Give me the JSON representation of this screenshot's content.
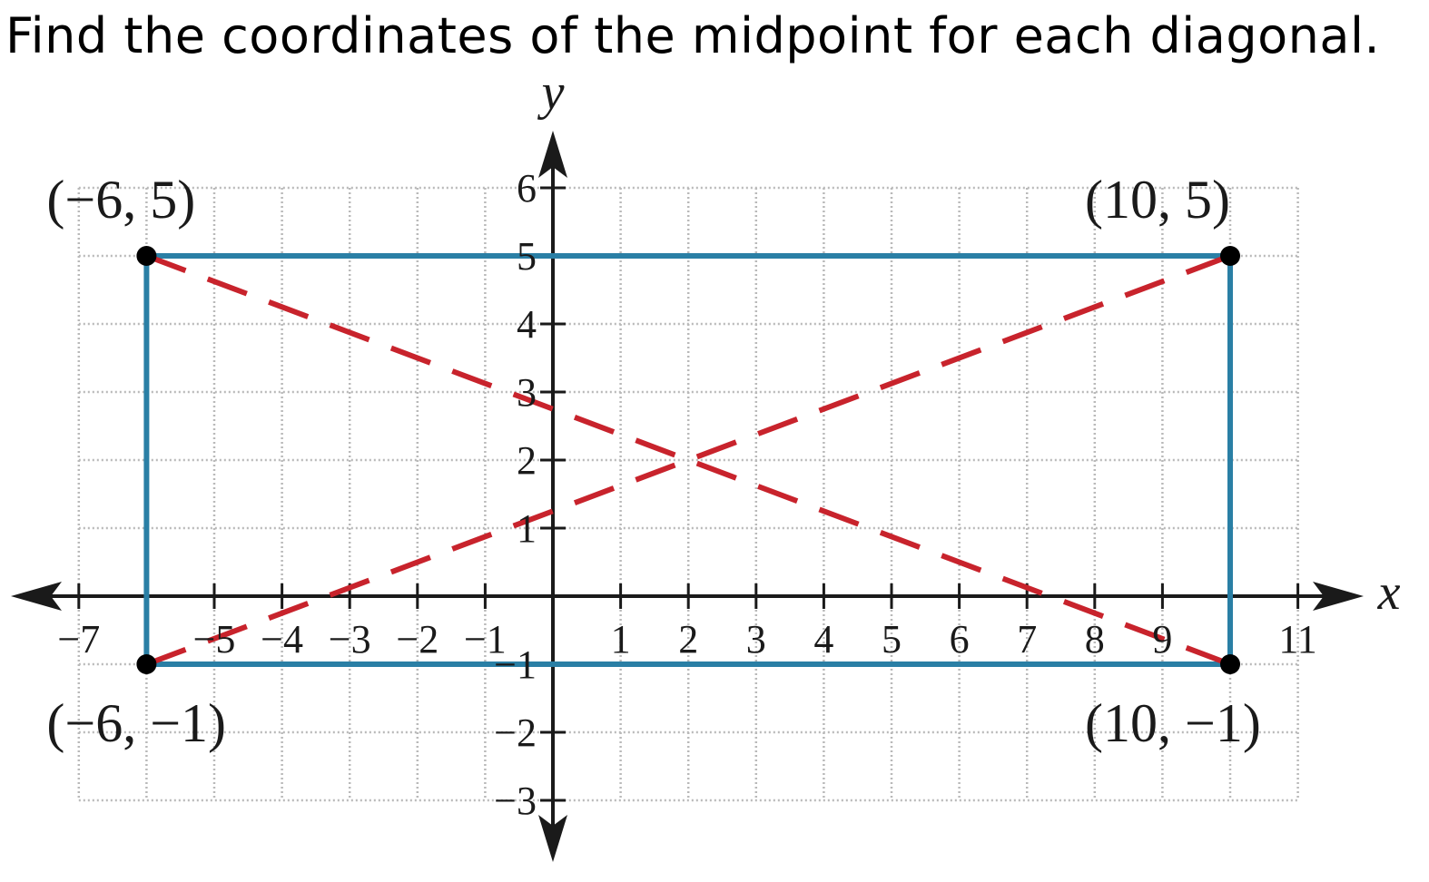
{
  "question": "Find the coordinates of the midpoint for each diagonal.",
  "diagram": {
    "x_axis_label": "x",
    "y_axis_label": "y",
    "x_range": [
      -7,
      11
    ],
    "y_range": [
      -3,
      6
    ],
    "x_tick_values": [
      -7,
      -5,
      -4,
      -3,
      -2,
      -1,
      1,
      2,
      3,
      4,
      5,
      6,
      7,
      8,
      9,
      11
    ],
    "x_tick_labels": [
      "−7",
      "−5",
      "−4",
      "−3",
      "−2",
      "−1",
      "1",
      "2",
      "3",
      "4",
      "5",
      "6",
      "7",
      "8",
      "9",
      "11"
    ],
    "y_tick_values": [
      6,
      5,
      4,
      3,
      2,
      1,
      -1,
      -2,
      -3
    ],
    "y_tick_labels": [
      "6",
      "5",
      "4",
      "3",
      "2",
      "1",
      "−1",
      "−2",
      "−3"
    ],
    "rectangle_color": "#2a7fa5",
    "diagonal_color": "#c8232c",
    "vertices": [
      {
        "x": -6,
        "y": 5,
        "label": "(−6, 5)"
      },
      {
        "x": 10,
        "y": 5,
        "label": "(10, 5)"
      },
      {
        "x": 10,
        "y": -1,
        "label": "(10, −1)"
      },
      {
        "x": -6,
        "y": -1,
        "label": "(−6, −1)"
      }
    ],
    "diagonals": [
      {
        "from": [
          -6,
          5
        ],
        "to": [
          10,
          -1
        ]
      },
      {
        "from": [
          -6,
          -1
        ],
        "to": [
          10,
          5
        ]
      }
    ]
  }
}
